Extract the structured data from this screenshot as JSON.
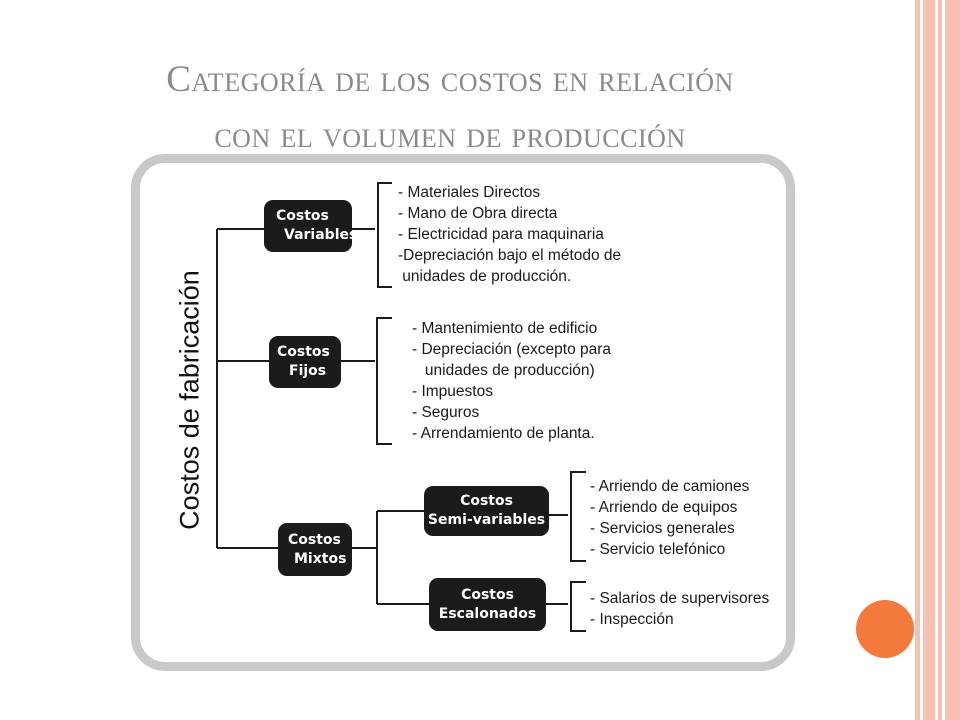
{
  "title": {
    "line1": "Categoría de los costos en relación",
    "line2": "con el volumen de producción"
  },
  "colors": {
    "accent": "#f37a3c",
    "stripe": "#f6c1b0",
    "frame": "#c9c9c9",
    "node": "#1b1b1b",
    "title": "#8a8a8a"
  },
  "diagram": {
    "root": "Costos de fabricación",
    "variables": {
      "line1": "Costos",
      "line2": "Variables",
      "items": [
        "- Materiales Directos",
        "- Mano de Obra directa",
        "- Electricidad para maquinaria",
        "-Depreciación bajo el método de",
        " unidades de producción."
      ]
    },
    "fijos": {
      "line1": "Costos",
      "line2": "Fijos",
      "items": [
        "- Mantenimiento de edificio",
        "- Depreciación (excepto para",
        "   unidades de producción)",
        "- Impuestos",
        "- Seguros",
        "- Arrendamiento de planta."
      ]
    },
    "mixtos": {
      "line1": "Costos",
      "line2": "Mixtos"
    },
    "semivariables": {
      "line1": "Costos",
      "line2": "Semi-variables",
      "items": [
        "- Arriendo de camiones",
        "- Arriendo de equipos",
        "- Servicios generales",
        "- Servicio telefónico"
      ]
    },
    "escalonados": {
      "line1": "Costos",
      "line2": "Escalonados",
      "items": [
        "- Salarios de supervisores",
        "- Inspección"
      ]
    }
  }
}
